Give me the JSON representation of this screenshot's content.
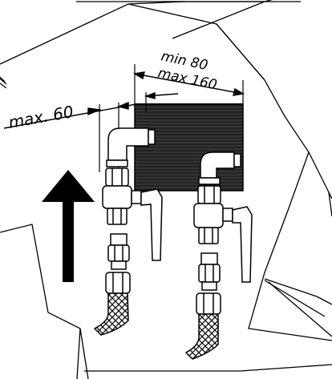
{
  "figure": {
    "background": "#ffffff",
    "ink": "#000000",
    "elements": [
      "radiator-body",
      "flow-arrow",
      "left-valve-assembly",
      "right-valve-assembly",
      "braided-hose-left",
      "braided-hose-right",
      "wall-outline"
    ]
  },
  "dimensions": {
    "min_label": "min 80",
    "max_label": "max 160",
    "max_left_label": "max. 60"
  },
  "icons": {
    "flow_direction": "up-arrow-icon"
  }
}
